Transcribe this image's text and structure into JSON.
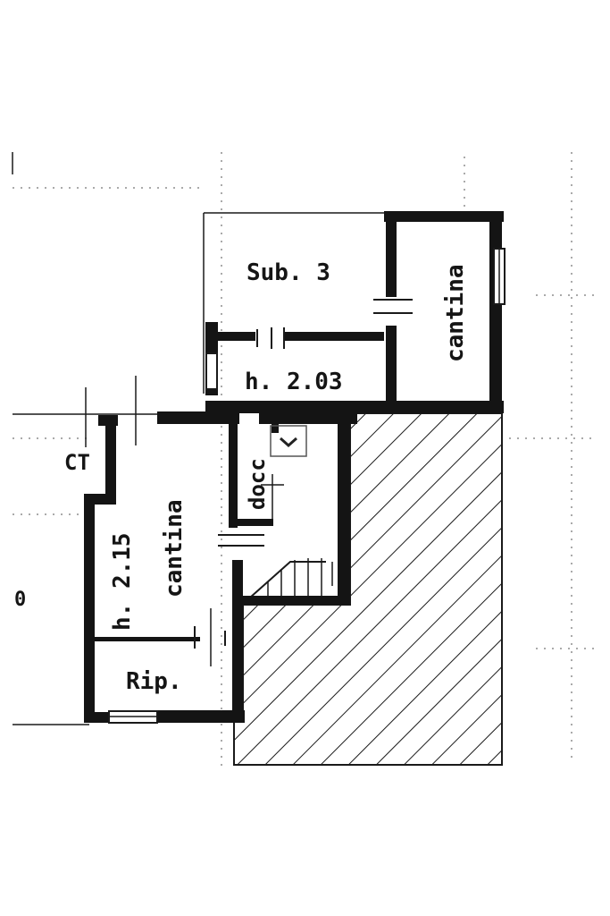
{
  "labels": {
    "sub": "Sub. 3",
    "cantina_upper": "cantina",
    "height_upper": "h. 2.03",
    "ct": "CT",
    "cantina_lower": "cantina",
    "height_lower": "h. 2.15",
    "docc": "docc",
    "rip": "Rip.",
    "edge_fragment": "0"
  },
  "colors": {
    "ink": "#141414",
    "paper": "#ffffff"
  }
}
